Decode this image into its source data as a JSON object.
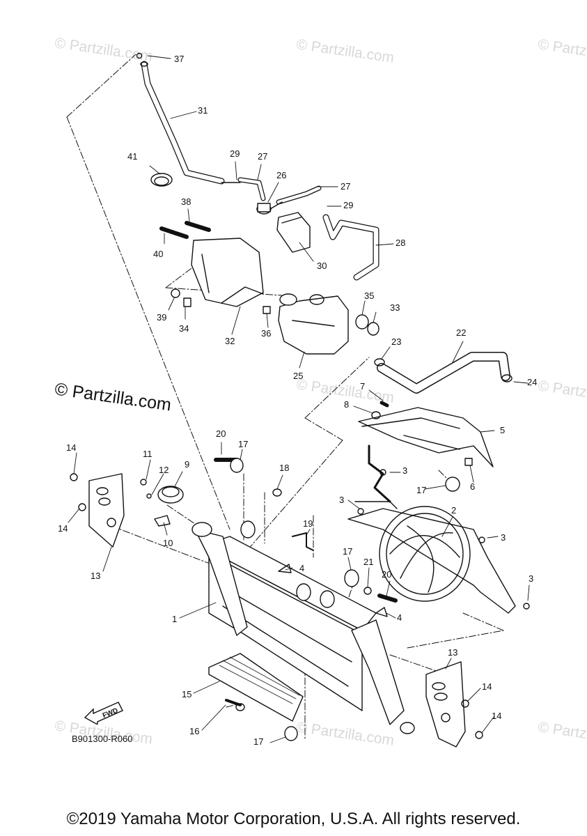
{
  "watermark": {
    "small": "© Partzilla.com",
    "big": "© Partzilla.com"
  },
  "callouts": [
    "1",
    "2",
    "3",
    "4",
    "5",
    "6",
    "7",
    "8",
    "9",
    "10",
    "11",
    "12",
    "13",
    "14",
    "15",
    "16",
    "17",
    "18",
    "19",
    "20",
    "21",
    "22",
    "23",
    "24",
    "25",
    "26",
    "27",
    "28",
    "29",
    "30",
    "31",
    "32",
    "33",
    "34",
    "35",
    "36",
    "37",
    "38",
    "39",
    "40",
    "41"
  ],
  "fwd_label": "FWD",
  "diagram_code": "B901300-R060",
  "copyright": "©2019 Yamaha Motor Corporation, U.S.A. All rights reserved."
}
